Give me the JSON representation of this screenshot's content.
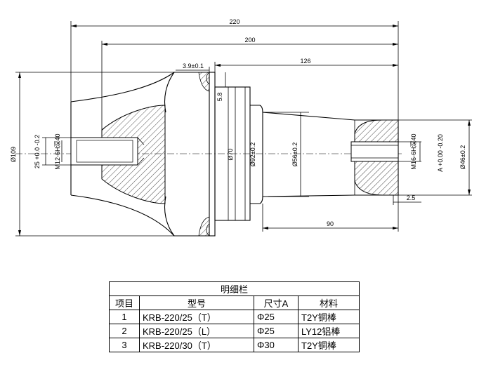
{
  "drawing": {
    "dims": {
      "total_length": "220",
      "length_200": "200",
      "length_126": "126",
      "flange_thickness": "3.9±0.1",
      "step_5_8": "5.8",
      "dia_109": "Ø109",
      "thread_left": "M12-6H深40",
      "tol_left": "25 +0.0\n   -0.2",
      "dia_70": "Ø70",
      "dia_92": "Ø92±0.2",
      "dia_56": "Ø56±0.2",
      "thread_right": "M16-6H深40",
      "tol_right": "A +0.00\n  -0.20",
      "dia_46": "Ø46±0.2",
      "chamfer_2_5": "2.5",
      "taper_length_90": "90"
    }
  },
  "bom": {
    "title": "明细栏",
    "headers": [
      "项目",
      "型号",
      "尺寸A",
      "材料"
    ],
    "rows": [
      [
        "1",
        "KRB-220/25（T）",
        "Φ25",
        "T2Y铜棒"
      ],
      [
        "2",
        "KRB-220/25（L）",
        "Φ25",
        "LY12铝棒"
      ],
      [
        "3",
        "KRB-220/30（T）",
        "Φ30",
        "T2Y铜棒"
      ]
    ]
  }
}
